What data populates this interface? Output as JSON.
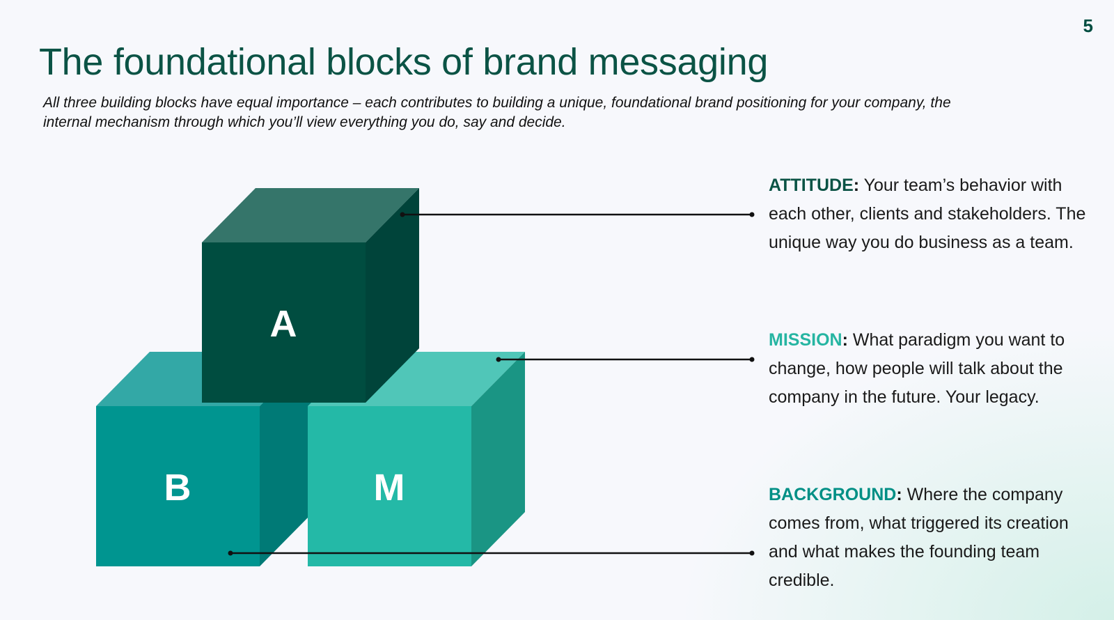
{
  "page_number": "5",
  "title": "The foundational blocks of brand messaging",
  "subtitle": "All three building blocks have equal importance – each contributes to building a unique, foundational brand positioning for your company, the internal mechanism through which you’ll view everything you do, say and decide.",
  "blocks": [
    {
      "letter": "A",
      "front": "#004d40",
      "top": "#35756a",
      "side": "#00443a"
    },
    {
      "letter": "B",
      "front": "#009590",
      "top": "#33a8a6",
      "side": "#007a76"
    },
    {
      "letter": "M",
      "front": "#24b9a7",
      "top": "#50c6b8",
      "side": "#1a9584"
    }
  ],
  "descriptions": [
    {
      "term": "ATTITUDE",
      "colon": ":",
      "text": " Your team’s behavior with each other, clients and stakeholders. The unique way you do business as a team."
    },
    {
      "term": "MISSION",
      "colon": ":",
      "text": " What paradigm you want to change, how people will talk about the company in the future. Your legacy."
    },
    {
      "term": "BACKGROUND",
      "colon": ":",
      "text": " Where the company comes from, what triggered its creation and what makes the founding team credible."
    }
  ]
}
